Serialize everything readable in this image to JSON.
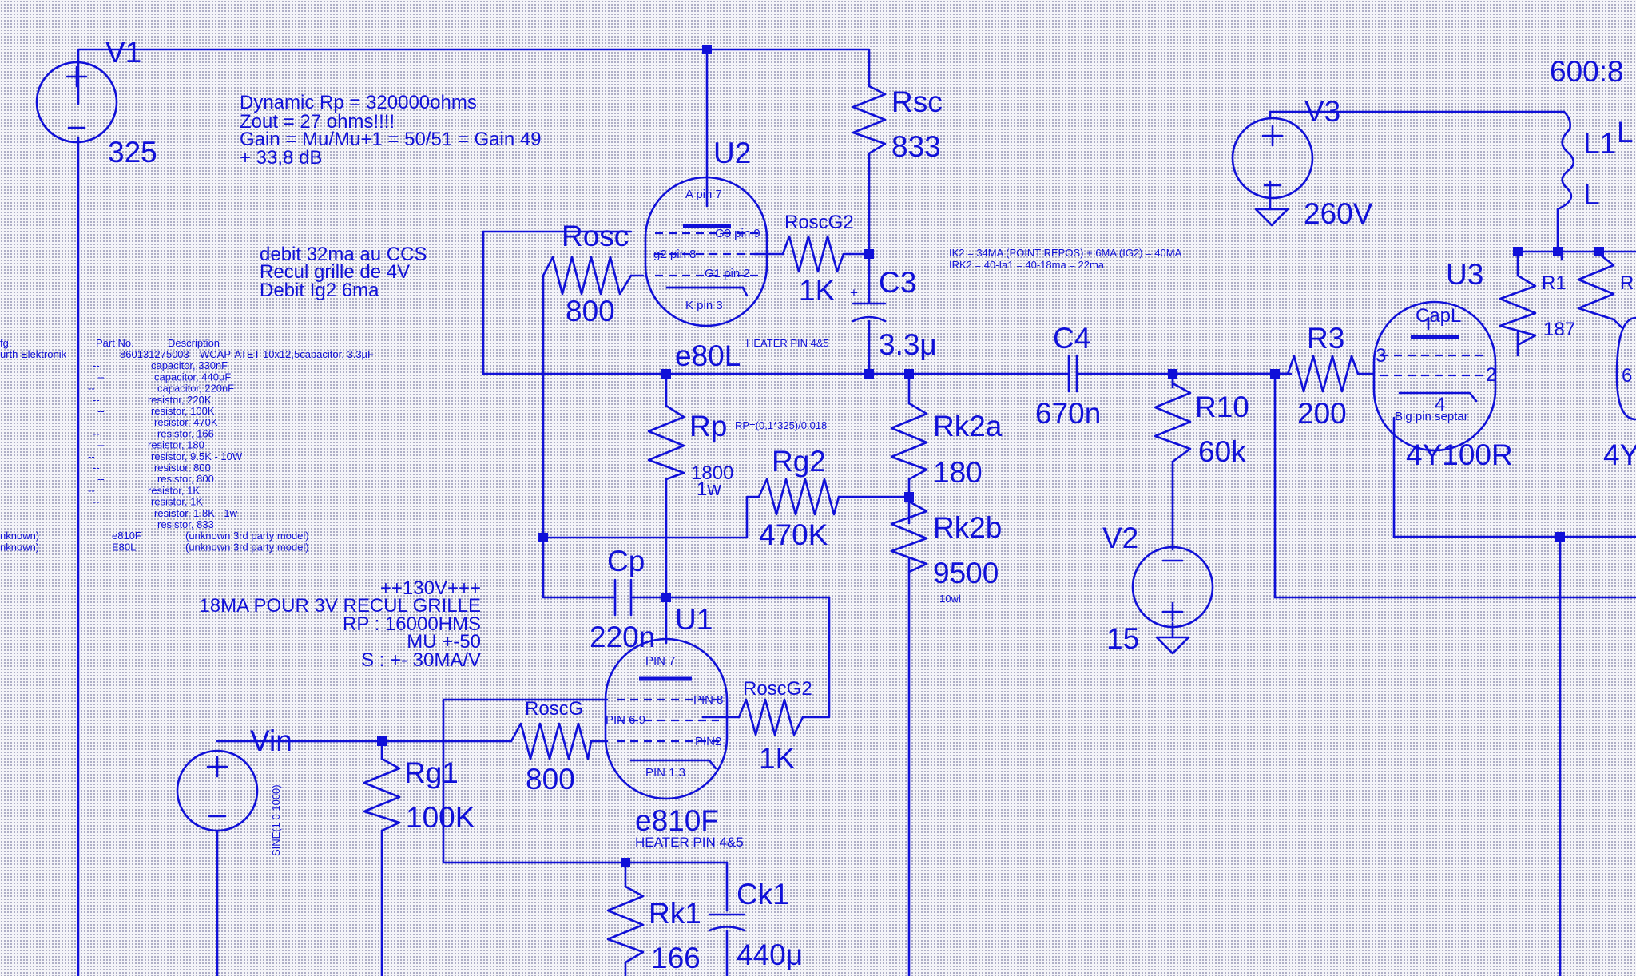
{
  "colors": {
    "ink": "#1010d8",
    "paper": "#f4f4f8",
    "grid": "#a8a8c2"
  },
  "sources": {
    "v1": {
      "name": "V1",
      "value": "325"
    },
    "v2": {
      "name": "V2",
      "value": "15"
    },
    "v3": {
      "name": "V3",
      "value": "260V"
    },
    "vin": {
      "name": "Vin",
      "value": "SINE(1 0 1000)"
    }
  },
  "components": {
    "rsc": {
      "name": "Rsc",
      "value": "833"
    },
    "rosc": {
      "name": "Rosc",
      "value": "800"
    },
    "roscg2_top": {
      "name": "RoscG2",
      "value": "1K"
    },
    "c3": {
      "name": "C3",
      "value": "3.3μ",
      "polarity": "+"
    },
    "rp": {
      "name": "Rp",
      "value": "1800",
      "power": "1w",
      "formula": "RP=(0,1*325)/0.018"
    },
    "rg2": {
      "name": "Rg2",
      "value": "470K"
    },
    "rk2a": {
      "name": "Rk2a",
      "value": "180"
    },
    "rk2b": {
      "name": "Rk2b",
      "value": "9500",
      "power": "10wl"
    },
    "c4": {
      "name": "C4",
      "value": "670n"
    },
    "r10": {
      "name": "R10",
      "value": "60k"
    },
    "r3": {
      "name": "R3",
      "value": "200"
    },
    "r1": {
      "name": "R1",
      "value": "187"
    },
    "cp": {
      "name": "Cp",
      "value": "220n"
    },
    "roscg": {
      "name": "RoscG",
      "value": "800"
    },
    "roscg2_bottom": {
      "name": "RoscG2",
      "value": "1K"
    },
    "rg1": {
      "name": "Rg1",
      "value": "100K"
    },
    "rk1": {
      "name": "Rk1",
      "value": "166"
    },
    "ck1": {
      "name": "Ck1",
      "value": "440μ"
    },
    "l1": {
      "name": "L1",
      "label_above": "L",
      "label_below": "L"
    }
  },
  "tubes": {
    "u2": {
      "name": "U2",
      "model": "e80L",
      "heater": "HEATER PIN 4&5",
      "pins": {
        "anode": "A pin 7",
        "g3": "G3 pin 9",
        "g2": "g2 pin 8",
        "g1": "G1 pin 2",
        "k": "K pin 3"
      }
    },
    "u1": {
      "name": "U1",
      "model": "e810F",
      "heater": "HEATER PIN 4&5",
      "pins": {
        "anode": "PIN 7",
        "p8": "PIN 8",
        "p69": "PIN 6,9",
        "p2": "PIN2",
        "k": "PIN 1,3"
      }
    },
    "u3": {
      "name": "U3",
      "model": "4Y100R",
      "pins": {
        "cap": "CapL",
        "p3": "3",
        "p2": "2",
        "p4": "4",
        "base": "Big pin septar"
      }
    },
    "u4": {
      "model_fragment": "4Y",
      "pin_fragment": "6"
    }
  },
  "transformer": {
    "ratio": "600:8"
  },
  "notes": {
    "dynamic": [
      "Dynamic Rp = 320000ohms",
      "Zout = 27 ohms!!!!",
      "Gain = Mu/Mu+1 = 50/51 = Gain 49",
      "+ 33,8 dB"
    ],
    "ccs": [
      "debit 32ma au CCS",
      "Recul grille de 4V",
      "Debit Ig2 6ma"
    ],
    "ik2": [
      "IK2 = 34MA (POINT REPOS) + 6MA (IG2) = 40MA",
      "IRK2 = 40-Ia1 = 40-18ma = 22ma"
    ],
    "stage1": [
      "++130V+++",
      "18MA POUR 3V RECUL GRILLE",
      "RP : 16000HMS",
      "MU +-50",
      "S : +- 30MA/V"
    ]
  },
  "bom": {
    "header": {
      "mfg": "fg.",
      "part": "Part No.",
      "desc": "Description"
    },
    "rows": [
      {
        "mfg": "urth Elektronik",
        "part": "860131275003",
        "desc": "WCAP-ATET 10x12,5capacitor, 3.3µF"
      },
      {
        "mfg": "",
        "part": "--",
        "desc": "capacitor, 330nF"
      },
      {
        "mfg": "",
        "part": "--",
        "desc": "capacitor, 440µF"
      },
      {
        "mfg": "",
        "part": "--",
        "desc": "capacitor, 220nF"
      },
      {
        "mfg": "",
        "part": "--",
        "desc": "resistor, 220K"
      },
      {
        "mfg": "",
        "part": "--",
        "desc": "resistor, 100K"
      },
      {
        "mfg": "",
        "part": "--",
        "desc": "resistor, 470K"
      },
      {
        "mfg": "",
        "part": "--",
        "desc": "resistor, 166"
      },
      {
        "mfg": "",
        "part": "--",
        "desc": "resistor, 180"
      },
      {
        "mfg": "",
        "part": "--",
        "desc": "resistor, 9.5K - 10W"
      },
      {
        "mfg": "",
        "part": "--",
        "desc": "resistor, 800"
      },
      {
        "mfg": "",
        "part": "--",
        "desc": "resistor, 800"
      },
      {
        "mfg": "",
        "part": "--",
        "desc": "resistor, 1K"
      },
      {
        "mfg": "",
        "part": "--",
        "desc": "resistor, 1K"
      },
      {
        "mfg": "",
        "part": "--",
        "desc": "resistor, 1.8K - 1w"
      },
      {
        "mfg": "",
        "part": "",
        "desc": "resistor, 833"
      },
      {
        "mfg": "nknown)",
        "part": "e810F",
        "desc": "(unknown 3rd party model)"
      },
      {
        "mfg": "nknown)",
        "part": "E80L",
        "desc": "(unknown 3rd party model)"
      }
    ]
  }
}
